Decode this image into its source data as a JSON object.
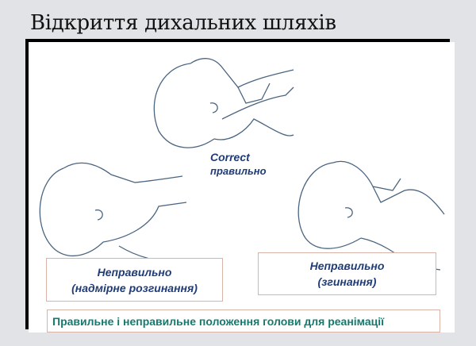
{
  "title": "Відкриття дихальних шляхів",
  "correct": {
    "en": "Correct",
    "uk": "правильно"
  },
  "wrong_extension": {
    "line1": "Неправильно",
    "line2": "(надмірне розгинання)"
  },
  "wrong_flexion": {
    "line1": "Неправильно",
    "line2": "(згинання)"
  },
  "caption": "Правильне і неправильне положення голови для реанімації",
  "colors": {
    "label": "#1f3c78",
    "caption": "#157a6e",
    "drawing": "#4a6580"
  }
}
